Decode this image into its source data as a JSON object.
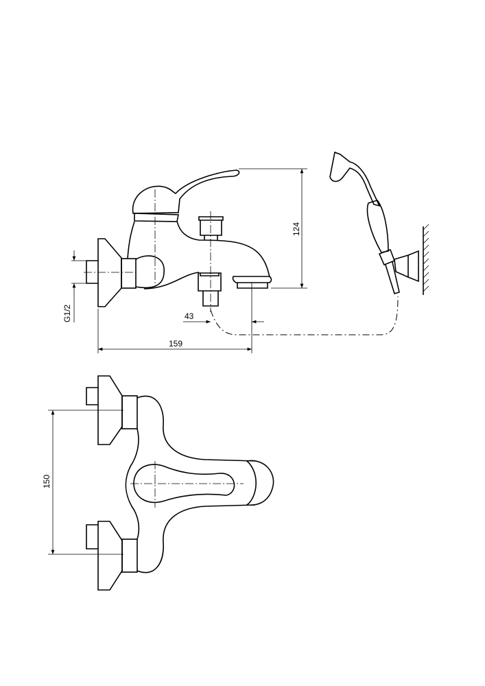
{
  "drawing": {
    "side_view": {
      "dim_height": "124",
      "dim_thread": "G1/2",
      "dim_offset": "43",
      "dim_length": "159"
    },
    "top_view": {
      "dim_spacing": "150"
    }
  }
}
